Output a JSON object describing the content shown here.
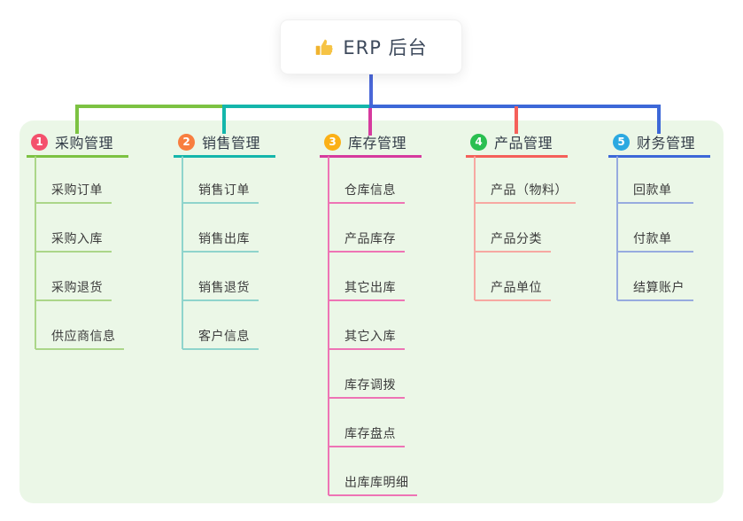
{
  "root": {
    "label": "ERP 后台",
    "icon": "thumbs-up-icon",
    "icon_color": "#f6c344"
  },
  "canvas": {
    "background": "#ffffff",
    "panel_background": "#ebf7e7",
    "trunk_color": "#4a67d8"
  },
  "branches": [
    {
      "number": "1",
      "title": "采购管理",
      "badge_color": "#f4516c",
      "line_color": "#7cc242",
      "child_line_color": "#abd689",
      "children": [
        "采购订单",
        "采购入库",
        "采购退货",
        "供应商信息"
      ]
    },
    {
      "number": "2",
      "title": "销售管理",
      "badge_color": "#f87e3f",
      "line_color": "#14b6ab",
      "child_line_color": "#8fd4cc",
      "children": [
        "销售订单",
        "销售出库",
        "销售退货",
        "客户信息"
      ]
    },
    {
      "number": "3",
      "title": "库存管理",
      "badge_color": "#fbb016",
      "line_color": "#d63a9e",
      "child_line_color": "#ee74b5",
      "children": [
        "仓库信息",
        "产品库存",
        "其它出库",
        "其它入库",
        "库存调拨",
        "库存盘点",
        "出库库明细"
      ]
    },
    {
      "number": "4",
      "title": "产品管理",
      "badge_color": "#2abf50",
      "line_color": "#f5605a",
      "child_line_color": "#f7a8a2",
      "children": [
        "产品（物料）",
        "产品分类",
        "产品单位"
      ]
    },
    {
      "number": "5",
      "title": "财务管理",
      "badge_color": "#2ba9e1",
      "line_color": "#3d68d8",
      "child_line_color": "#97abdf",
      "children": [
        "回款单",
        "付款单",
        "结算账户"
      ]
    }
  ]
}
